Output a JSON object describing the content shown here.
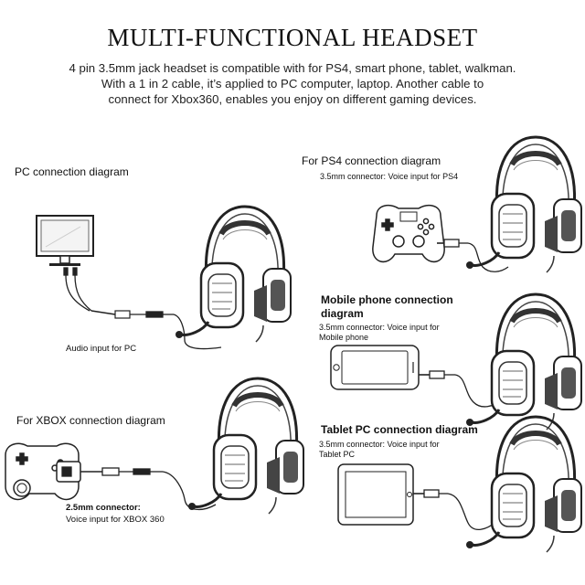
{
  "header": {
    "title": "MULTI-FUNCTIONAL HEADSET",
    "desc_line1": "4 pin 3.5mm jack headset is compatible with for PS4, smart phone, tablet, walkman.",
    "desc_line2": "With a 1 in 2 cable, it’s applied to PC computer, laptop. Another cable to",
    "desc_line3": "connect for Xbox360, enables you enjoy on different gaming devices."
  },
  "pc": {
    "title": "PC connection diagram",
    "caption": "Audio input for PC"
  },
  "xbox": {
    "title": "For XBOX connection diagram",
    "connector": "2.5mm connector:",
    "caption": "Voice input for XBOX 360"
  },
  "ps4": {
    "title": "For PS4 connection diagram",
    "caption": "3.5mm connector: Voice input for PS4"
  },
  "mobile": {
    "title_line1": "Mobile phone connection",
    "title_line2": "diagram",
    "caption_line1": "3.5mm connector: Voice input for",
    "caption_line2": "Mobile phone"
  },
  "tablet": {
    "title": "Tablet PC connection diagram",
    "caption_line1": "3.5mm connector: Voice input for",
    "caption_line2": "Tablet PC"
  }
}
